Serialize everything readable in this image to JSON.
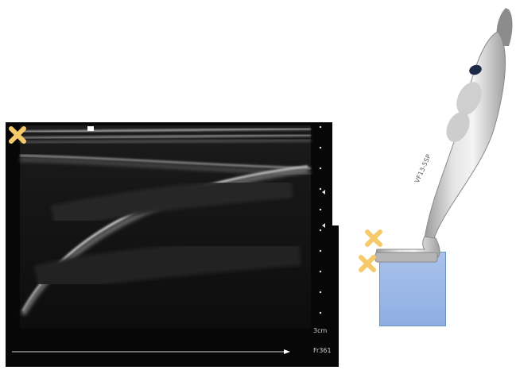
{
  "ultrasound": {
    "depth_label": "3cm",
    "frame_label": "Fr361"
  },
  "probe": {
    "model_label": "VF13-5SP"
  },
  "colors": {
    "marker": "#f6c96b",
    "contact_block": "#8eaee3",
    "ultrasound_bg": "#070707"
  },
  "icons": [
    "orientation-marker-icon",
    "transducer-probe-icon",
    "cross-marker-icon"
  ]
}
